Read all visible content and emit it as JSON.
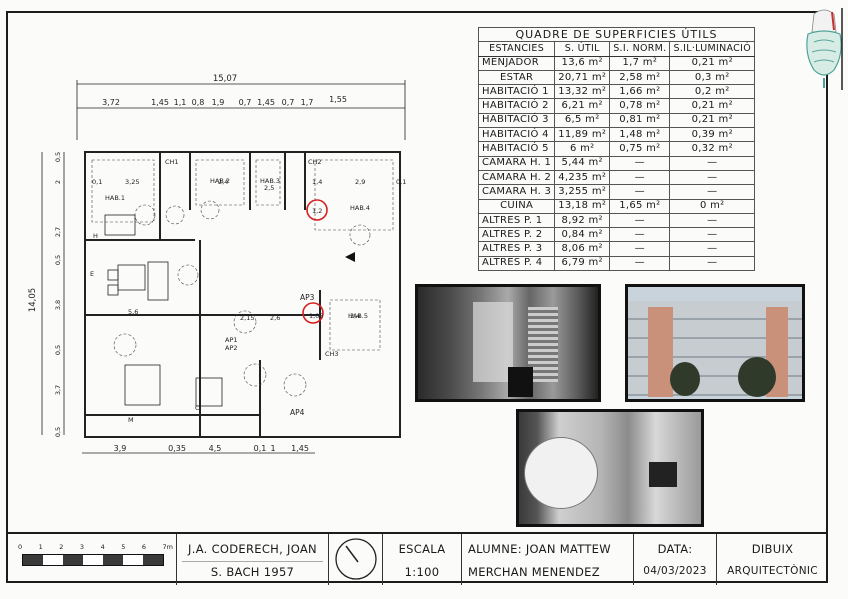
{
  "sheet": {
    "surface_table": {
      "title": "QUADRE DE SUPERFICIES ÚTILS",
      "headers": [
        "ESTANCIES",
        "S. ÚTIL",
        "S.I. NORM.",
        "S.IL·LUMINACIÓ"
      ],
      "rows": [
        [
          "MENJADOR",
          "13,6 m²",
          "1,7 m²",
          "0,21 m²"
        ],
        [
          "ESTAR",
          "20,71 m²",
          "2,58 m²",
          "0,3 m²"
        ],
        [
          "HABITACIÓ 1",
          "13,32 m²",
          "1,66 m²",
          "0,2 m²"
        ],
        [
          "HABITACIÓ 2",
          "6,21 m²",
          "0,78 m²",
          "0,21 m²"
        ],
        [
          "HABITACIÓ 3",
          "6,5 m²",
          "0,81 m²",
          "0,21 m²"
        ],
        [
          "HABITACIÓ 4",
          "11,89 m²",
          "1,48 m²",
          "0,39 m²"
        ],
        [
          "HABITACIÓ 5",
          "6 m²",
          "0,75 m²",
          "0,32 m²"
        ],
        [
          "CAMARA H. 1",
          "5,44 m²",
          "—",
          "—"
        ],
        [
          "CAMARA H. 2",
          "4,235 m²",
          "—",
          "—"
        ],
        [
          "CAMARA H. 3",
          "3,255 m²",
          "—",
          "—"
        ],
        [
          "CUINA",
          "13,18 m²",
          "1,65 m²",
          "0 m²"
        ],
        [
          "ALTRES P. 1",
          "8,92 m²",
          "—",
          "—"
        ],
        [
          "ALTRES P. 2",
          "0,84 m²",
          "—",
          "—"
        ],
        [
          "ALTRES P. 3",
          "8,06 m²",
          "—",
          "—"
        ],
        [
          "ALTRES P. 4",
          "6,79 m²",
          "—",
          "—"
        ]
      ]
    },
    "floor_plan": {
      "total_width": "15,07",
      "top_dims": [
        "3,72",
        "1,45",
        "1,1",
        "0,8",
        "1,9",
        "0,7",
        "1,45",
        "0,7",
        "1,7",
        "1,55"
      ],
      "total_height": "14,05",
      "left_dims": [
        "0,5",
        "2",
        "2,7",
        "0,5",
        "3,8",
        "0,5",
        "3,7",
        "0,5"
      ],
      "bottom_dims": [
        "3,9",
        "0,35",
        "4,5",
        "0,1",
        "1",
        "1,45"
      ],
      "room_labels": [
        "HAB.1",
        "HAB.2",
        "HAB.3",
        "HAB.4",
        "HAB.5",
        "CH1",
        "CH2",
        "CH3",
        "AP1",
        "AP2",
        "AP3",
        "AP4",
        "E",
        "H",
        "C",
        "M"
      ],
      "room_dims": [
        "3,25",
        "0,1",
        "2,4",
        "2,5",
        "1,4",
        "2,9",
        "0,1",
        "5,6",
        "2,15",
        "2,6",
        "2,4",
        "1,05",
        "1,2"
      ],
      "door_label": "1,2"
    },
    "photos": {
      "interior_bw": "interior-photo",
      "facade_color": "facade-photo",
      "living_lamp": "living-room-photo"
    },
    "title_block": {
      "scale_bar_labels": [
        "0",
        "1",
        "2",
        "3",
        "4",
        "5",
        "6",
        "7m"
      ],
      "project_line1": "J.A. CODERECH, JOAN",
      "project_line2": "S. BACH 1957",
      "escala_label": "ESCALA",
      "escala_value": "1:100",
      "alumne_line1": "ALUMNE: JOAN MATTEW",
      "alumne_line2": "MERCHAN MENENDEZ",
      "data_label": "DATA:",
      "data_value": "04/03/2023",
      "dibuix_line1": "DIBUIX",
      "dibuix_line2": "ARQUITECTÒNIC"
    }
  }
}
